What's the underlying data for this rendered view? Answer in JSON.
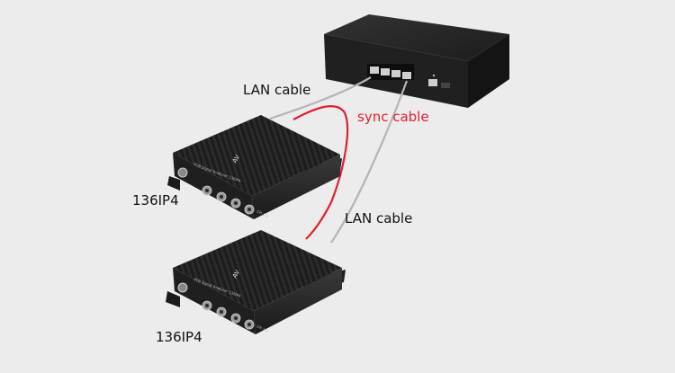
{
  "labels": {
    "lan_cable_top": "LAN cable",
    "sync_cable": "sync cable",
    "lan_cable_bottom": "LAN cable",
    "device_top": "136IP4",
    "device_bottom": "136IP4"
  },
  "device_panel": {
    "top_line": "PCB Signal Analyzer 136IP4",
    "logo_text": "AV",
    "channel_label": "CH 1-4"
  },
  "colors": {
    "background": "#ececec",
    "sync_cable": "#e02030",
    "lan_cable": "#b4b4b4",
    "device_body": "#2a2a2a",
    "switch_body": "#1e1e1e"
  }
}
